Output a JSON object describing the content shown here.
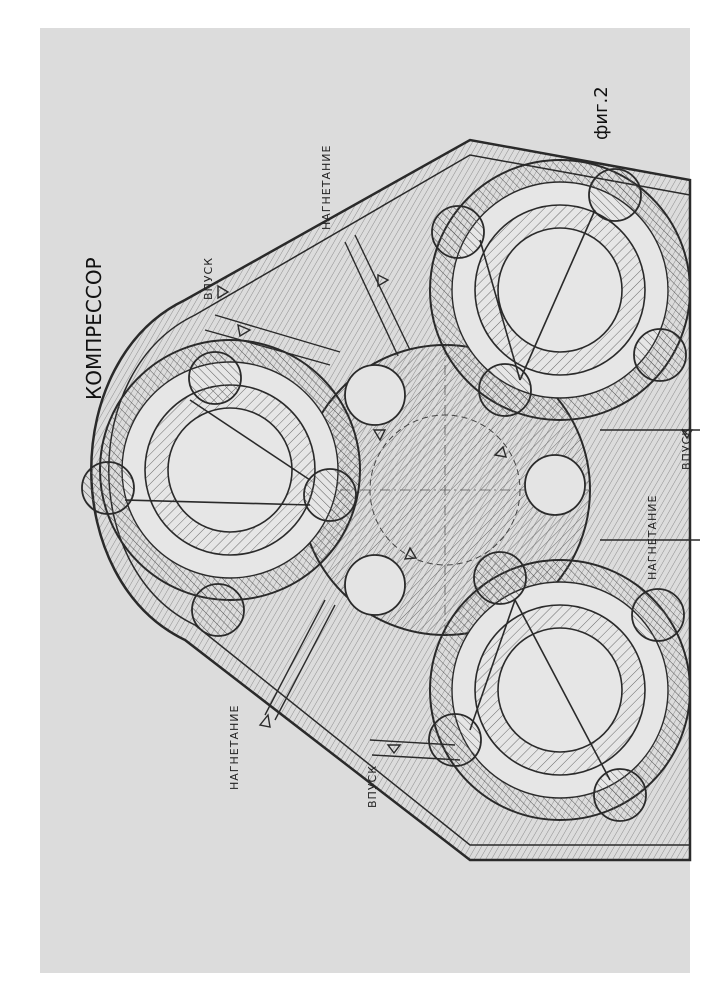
{
  "title": "КОМПРЕССОР",
  "figure_label": "фиг.2",
  "annotations": {
    "intake_top": "ВПУСК",
    "discharge_top": "НАГНЕТАНИЕ",
    "discharge_bottom": "НАГНЕТАНИЕ",
    "intake_bottom": "ВПУСК",
    "intake_right": "ВПУСК",
    "partial_right": "НАГНЕТАНИЕ"
  },
  "colors": {
    "paper": "#dcdcdc",
    "ink": "#2a2a2a"
  }
}
